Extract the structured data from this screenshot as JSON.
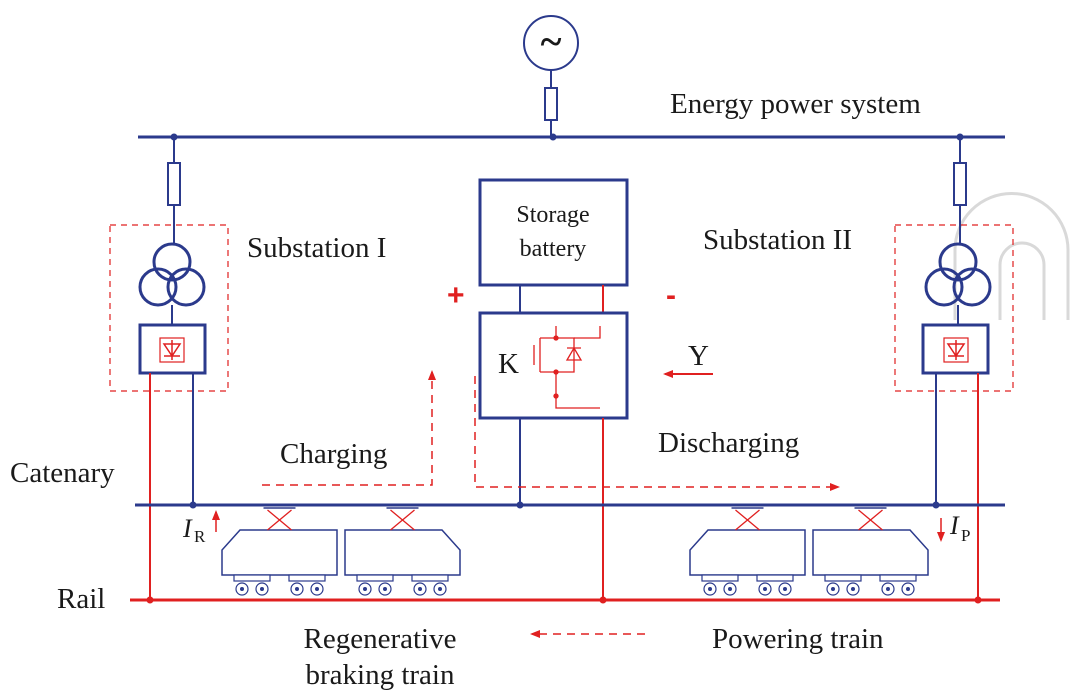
{
  "colors": {
    "blue": "#2b3a8c",
    "red": "#e02020",
    "text": "#1a1a1a",
    "watermark": "#d9d9d9"
  },
  "labels": {
    "source_symbol": "~",
    "energy_system": "Energy power system",
    "storage_line1": "Storage",
    "storage_line2": "battery",
    "substation1": "Substation I",
    "substation2": "Substation II",
    "plus": "+",
    "minus": "-",
    "switch_k": "K",
    "control_y": "Y",
    "charging": "Charging",
    "discharging": "Discharging",
    "catenary": "Catenary",
    "rail": "Rail",
    "current_r_main": "I",
    "current_r_sub": "R",
    "current_p_main": "I",
    "current_p_sub": "P",
    "regen_line1": "Regenerative",
    "regen_line2": "braking train",
    "powering": "Powering train"
  },
  "icons": {
    "source": "ac-source-icon",
    "transformer": "transformer-icon",
    "rectifier": "diode-rectifier-icon",
    "igbt": "igbt-switch-icon",
    "pantograph": "pantograph-icon",
    "locomotive": "train-car-icon"
  }
}
